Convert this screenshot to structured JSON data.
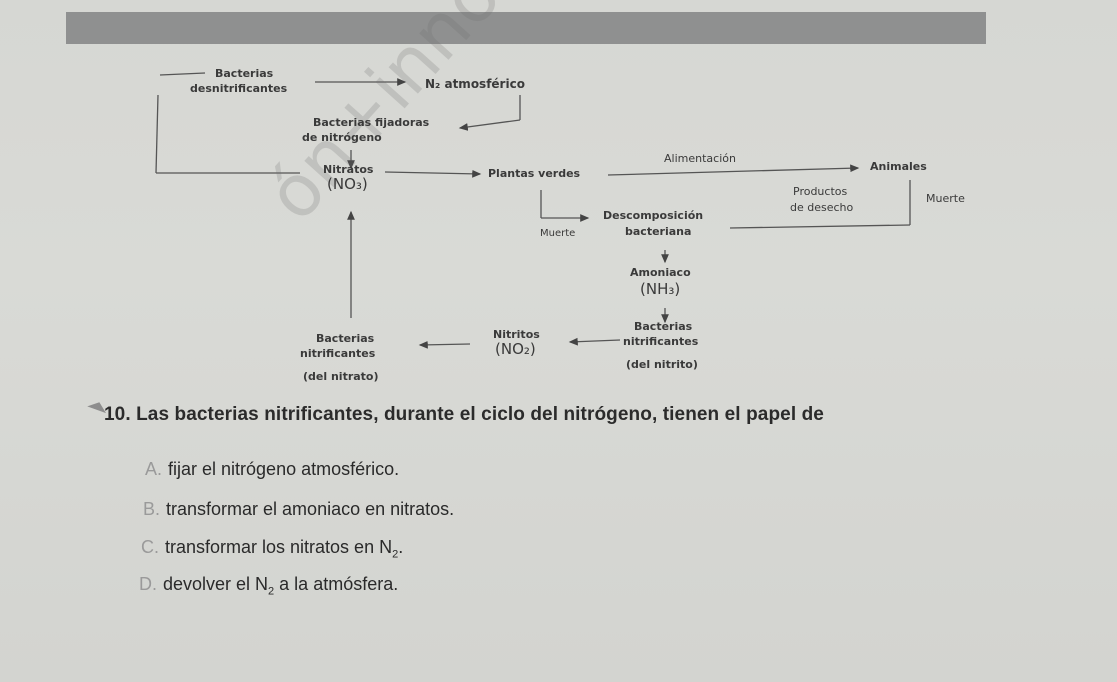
{
  "diagram": {
    "bacterias_desnitrificantes": [
      "Bacterias",
      "desnitrificantes"
    ],
    "n2_atmosferico": "N₂ atmosférico",
    "bacterias_fijadoras": [
      "Bacterias fijadoras",
      "de nitrógeno"
    ],
    "nitratos": [
      "Nitratos",
      "(NO₃)"
    ],
    "plantas_verdes": "Plantas verdes",
    "alimentacion": "Alimentación",
    "animales": "Animales",
    "productos_desecho": [
      "Productos",
      "de desecho"
    ],
    "muerte_animales": "Muerte",
    "muerte_plantas": "Muerte",
    "descomposicion": [
      "Descomposición",
      "bacteriana"
    ],
    "amoniaco": [
      "Amoniaco",
      "(NH₃)"
    ],
    "nitritos": [
      "Nitritos",
      "(NO₂)"
    ],
    "bacterias_nitrificantes_nitrito": [
      "Bacterias",
      "nitrificantes",
      "(del nitrito)"
    ],
    "bacterias_nitrificantes_nitrato": [
      "Bacterias",
      "nitrificantes",
      "(del nitrato)"
    ],
    "watermark": "ón+innovació"
  },
  "question": {
    "text": "10. Las bacterias nitrificantes, durante el ciclo del nitrógeno, tienen el papel de",
    "options": [
      {
        "letter": "A.",
        "text": "fijar el nitrógeno atmosférico."
      },
      {
        "letter": "B.",
        "text": "transformar el amoniaco en nitratos."
      },
      {
        "letter": "C.",
        "text_before": "transformar los nitratos en N",
        "sub": "2",
        "text_after": "."
      },
      {
        "letter": "D.",
        "text_before": "devolver el N",
        "sub": "2",
        "text_after": " a la atmósfera."
      }
    ]
  }
}
